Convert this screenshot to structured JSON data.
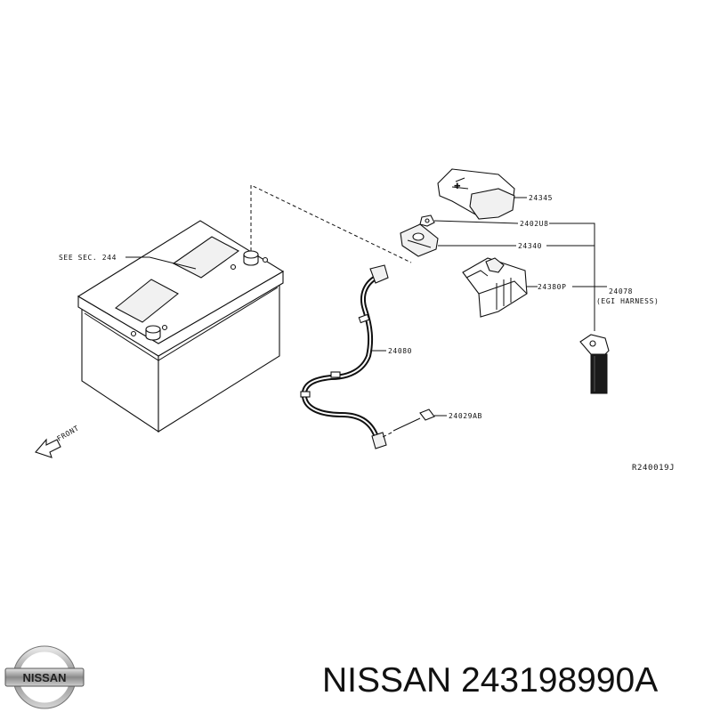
{
  "diagram": {
    "labels": {
      "see_sec": "SEE SEC. 244",
      "p24345": "24345",
      "p2402ub": "2402U8",
      "p24340": "24340",
      "p24380p": "24380P",
      "p24078": "24078",
      "egi": "(EGI HARNESS)",
      "p24080": "24080",
      "p24029ab": "24029AB",
      "front": "FRONT",
      "ref_code": "R240019J"
    }
  },
  "logo": {
    "text": "NISSAN"
  },
  "caption": {
    "text": "NISSAN 243198990A"
  }
}
